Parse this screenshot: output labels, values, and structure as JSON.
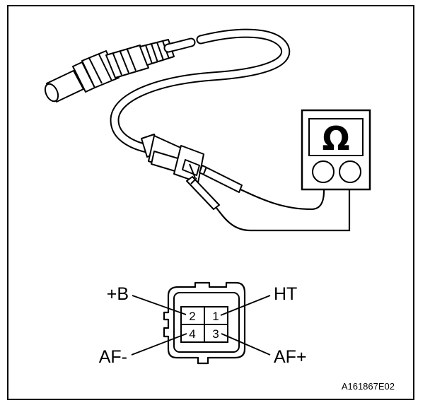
{
  "meter": {
    "symbol": "Ω",
    "icon": "ohmmeter-icon"
  },
  "connector": {
    "pins": [
      {
        "number": "1",
        "label": "HT"
      },
      {
        "number": "2",
        "label": "+B"
      },
      {
        "number": "3",
        "label": "AF+"
      },
      {
        "number": "4",
        "label": "AF-"
      }
    ]
  },
  "figure_code": "A161867E02"
}
